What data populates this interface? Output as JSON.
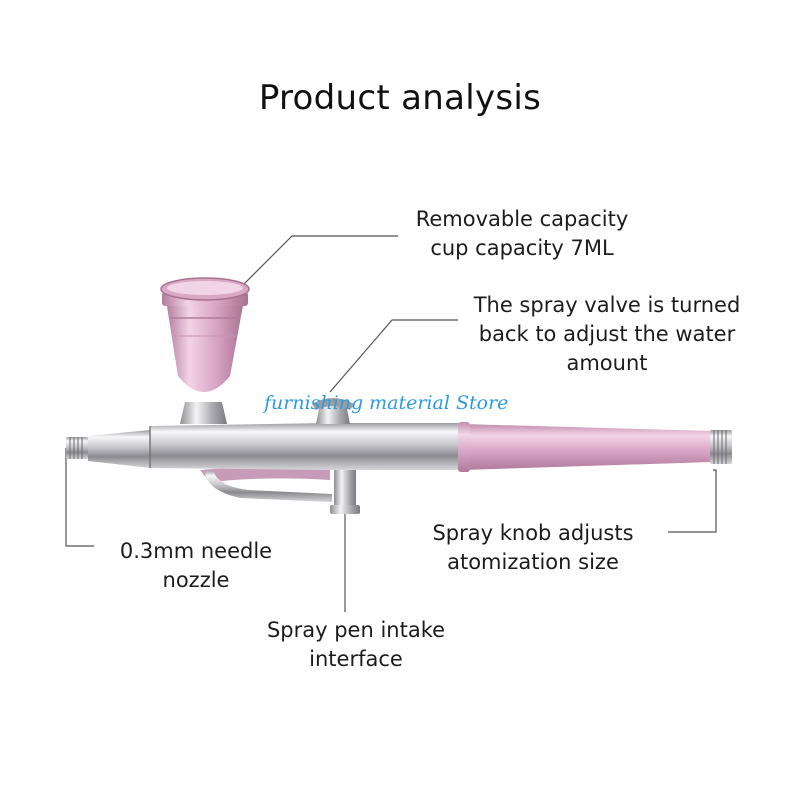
{
  "title": "Product analysis",
  "watermark": "furnishing material Store",
  "callouts": {
    "cup": {
      "lines": [
        "Removable capacity",
        "cup capacity 7ML"
      ]
    },
    "valve": {
      "lines": [
        "The spray valve is turned",
        "back to adjust the water",
        "amount"
      ]
    },
    "knob": {
      "lines": [
        "Spray knob adjusts",
        "atomization size"
      ]
    },
    "nozzle": {
      "lines": [
        "0.3mm needle",
        "nozzle"
      ]
    },
    "intake": {
      "lines": [
        "Spray pen intake",
        "interface"
      ]
    }
  },
  "colors": {
    "chrome_light": "#f4f4f6",
    "chrome_dark": "#7a7a80",
    "pink_light": "#f0cbe2",
    "pink_dark": "#b77ea3",
    "leader_line": "#555555",
    "watermark": "#2d9be0"
  }
}
